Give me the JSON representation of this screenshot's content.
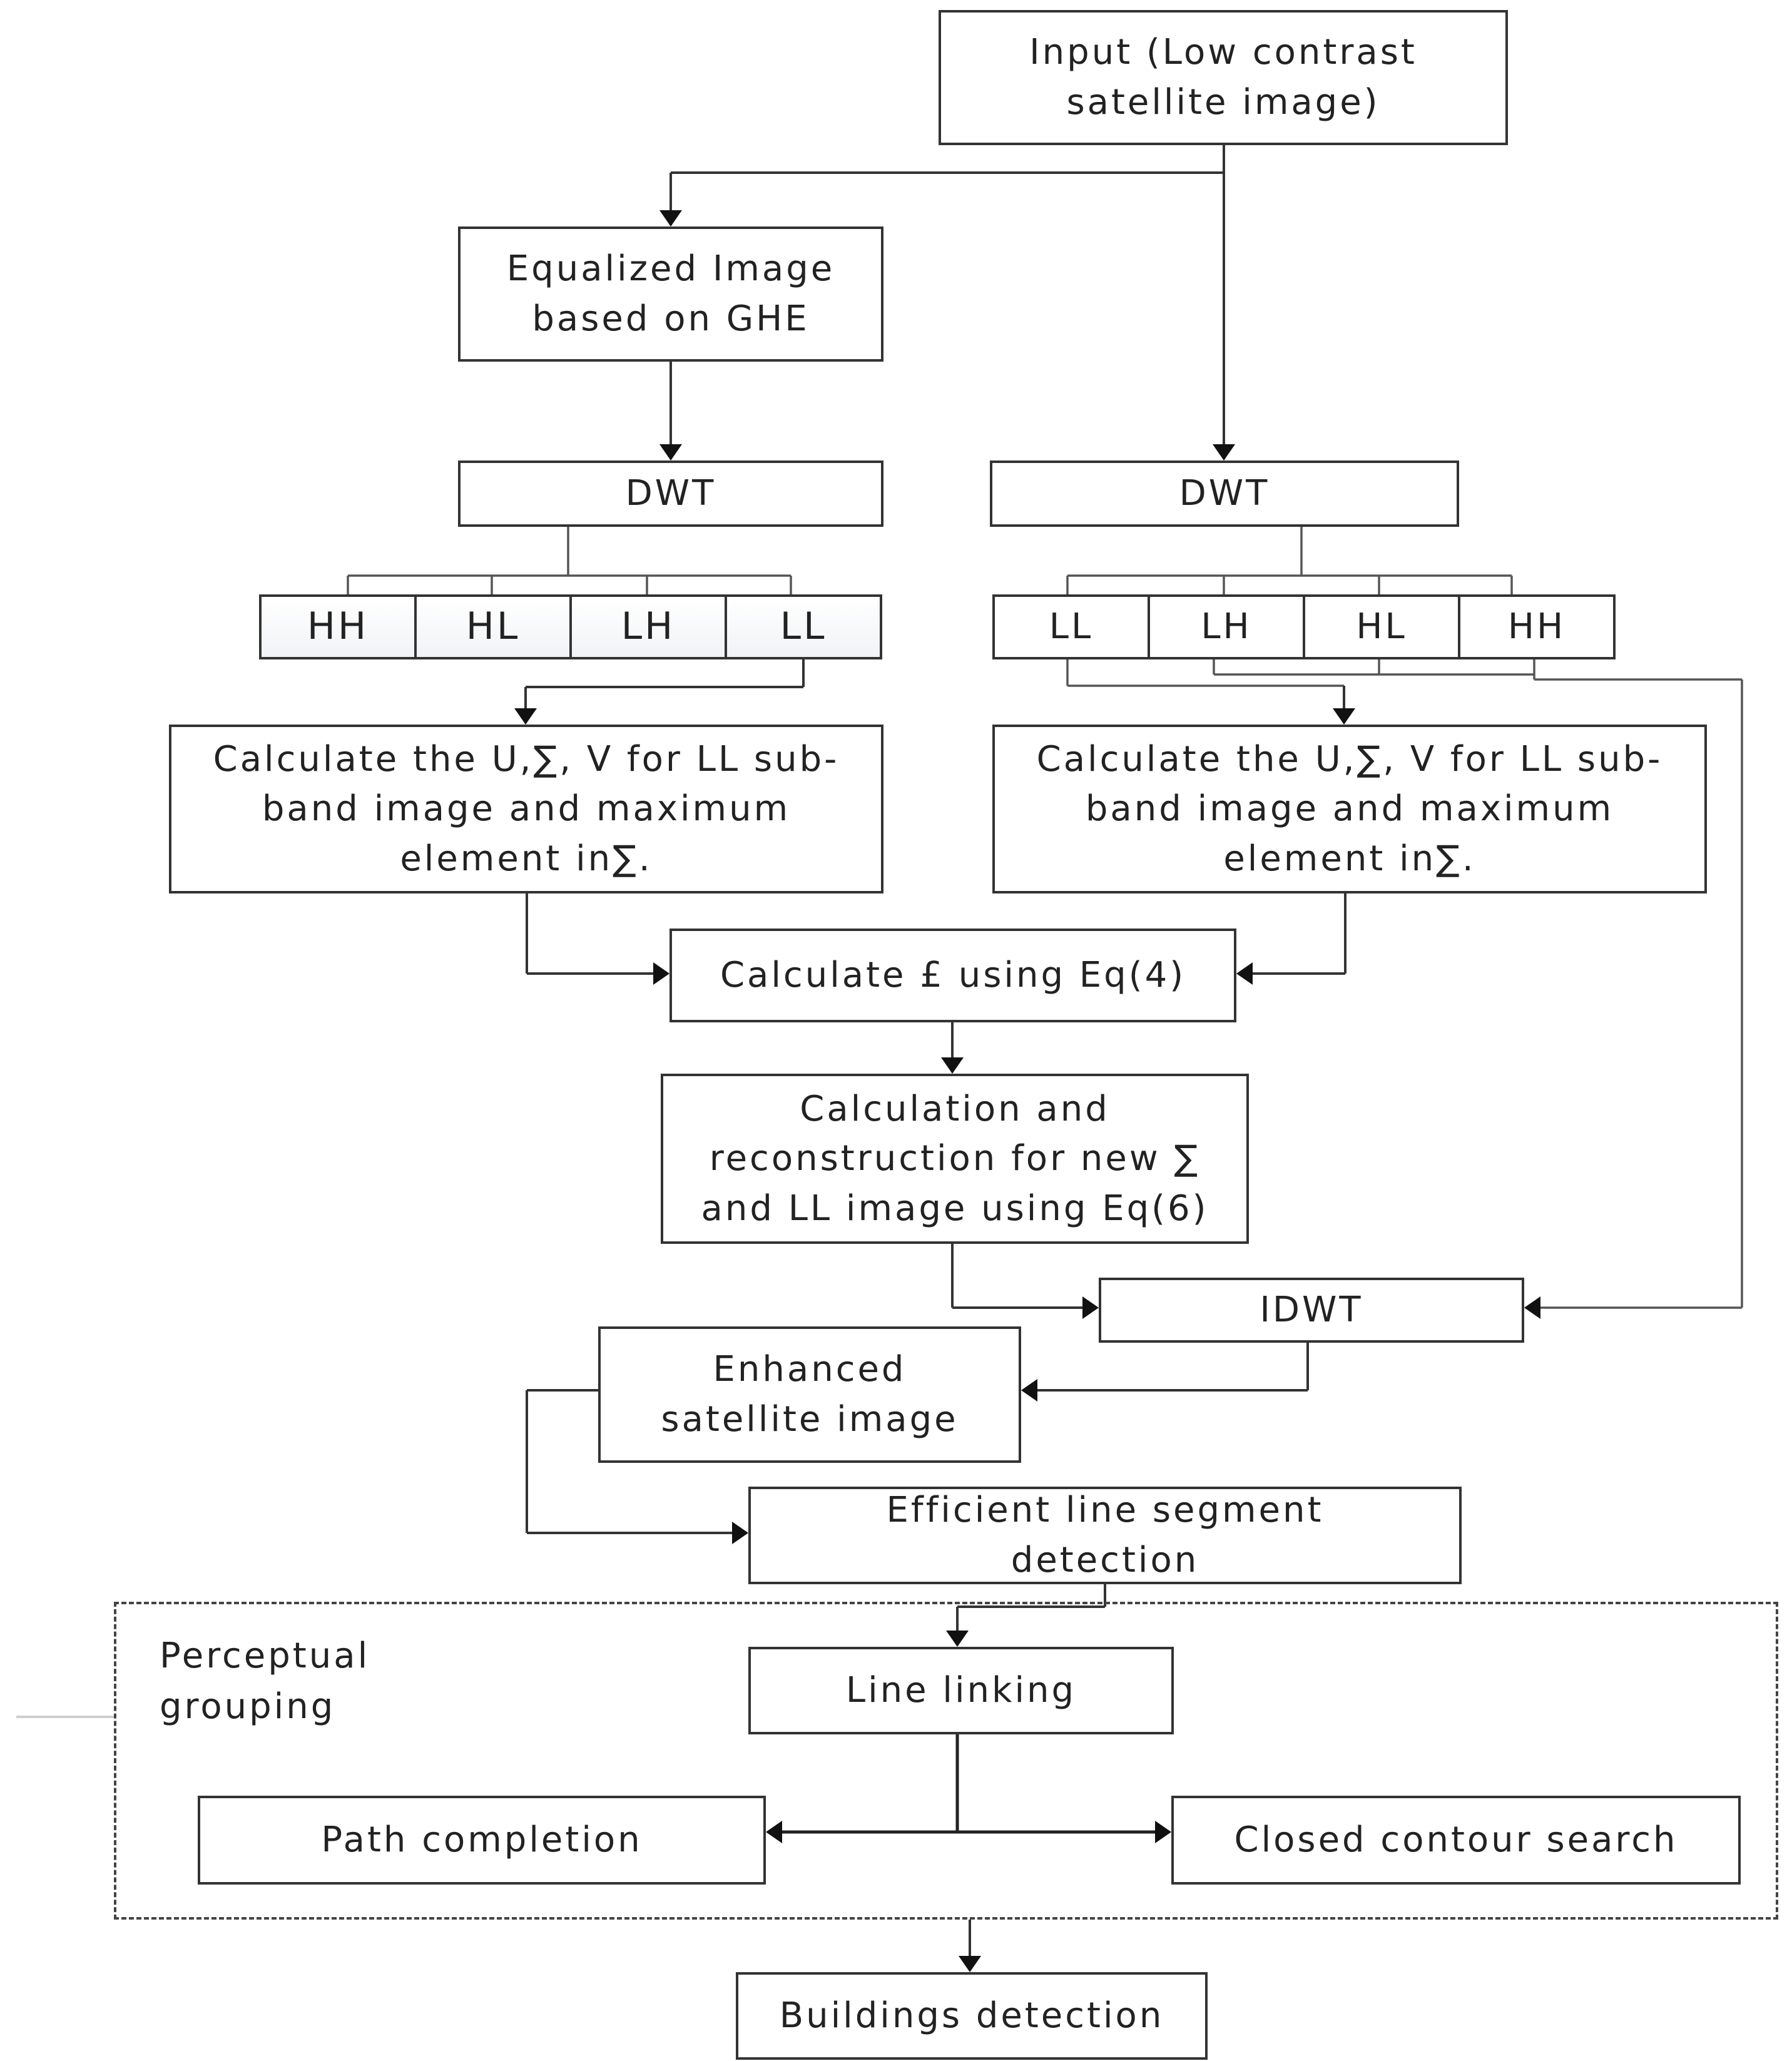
{
  "nodes": {
    "input": "Input (Low contrast satellite image)",
    "equalized": "Equalized Image based on GHE",
    "dwt_left": "DWT",
    "dwt_right": "DWT",
    "left_bands": [
      "HH",
      "HL",
      "LH",
      "LL"
    ],
    "right_bands": [
      "LL",
      "LH",
      "HL",
      "HH"
    ],
    "svd_left": "Calculate the U,∑, V for LL sub-band  image and maximum element in∑.",
    "svd_right": "Calculate the U,∑, V for LL sub-band  image and maximum element in∑.",
    "calc_eq4": "Calculate £ using Eq(4)",
    "reconstruct": "Calculation and reconstruction for new ∑ and LL image using Eq(6)",
    "idwt": "IDWT",
    "enhanced": "Enhanced satellite image",
    "line_detection": "Efficient line segment detection",
    "line_linking": "Line linking",
    "path_completion": "Path completion",
    "closed_contour": "Closed contour search",
    "buildings": "Buildings detection"
  },
  "group": {
    "label": "Perceptual grouping"
  }
}
